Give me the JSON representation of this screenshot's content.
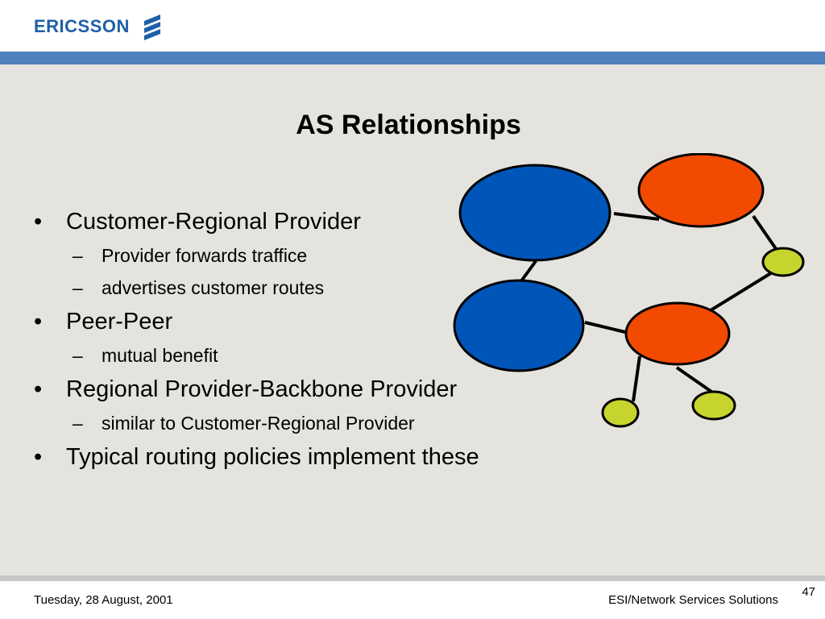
{
  "header": {
    "logo_text": "ERICSSON",
    "logo_icon": "ericsson-stripes-icon",
    "colors": {
      "brand": "#1f5fa8",
      "topbar": "#4e81bd",
      "background": "#e4e3dd"
    }
  },
  "slide": {
    "title": "AS Relationships",
    "bullet_symbol": "•",
    "dash_symbol": "–",
    "bullets": [
      {
        "text": "Customer-Regional Provider",
        "subs": [
          "Provider forwards traffice",
          "advertises customer routes"
        ]
      },
      {
        "text": "Peer-Peer",
        "subs": [
          "mutual benefit"
        ]
      },
      {
        "text": "Regional Provider-Backbone Provider",
        "subs": [
          "similar to Customer-Regional Provider"
        ]
      },
      {
        "text": "Typical routing policies implement these",
        "subs": []
      }
    ]
  },
  "diagram": {
    "node_colors": {
      "backbone": "#0055b8",
      "regional": "#f24a00",
      "customer": "#c8d42e"
    }
  },
  "footer": {
    "date": "Tuesday, 28 August, 2001",
    "org": "ESI/Network Services Solutions",
    "page": "47"
  }
}
